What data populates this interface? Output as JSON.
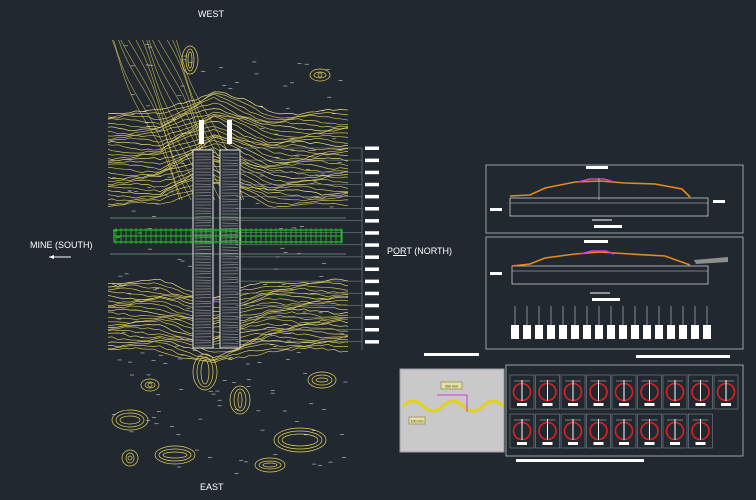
{
  "labels": {
    "north_compass": "WEST",
    "south_compass": "EAST",
    "left_direction": "MINE (SOUTH)",
    "right_direction_prefix": "P",
    "right_direction_underlined": "OR",
    "right_direction_suffix": "T (NORTH)"
  },
  "detail_tags": {
    "wave_top": "300 mm",
    "wave_left": "100 mm"
  },
  "colors": {
    "background": "#212830",
    "contour": "#e6d25a",
    "contour_bright": "#fff08a",
    "bridge": "#e8e8e8",
    "rail": "#21c421",
    "profile": "#e58a1e",
    "accent": "#d43bd4",
    "circle": "#e02020",
    "frame": "#9aa0a6",
    "white": "#ffffff"
  },
  "schedule": {
    "pile_rows": 2,
    "piles_first_row": 9,
    "piles_second_row": 8,
    "elevation_posts": 17
  }
}
